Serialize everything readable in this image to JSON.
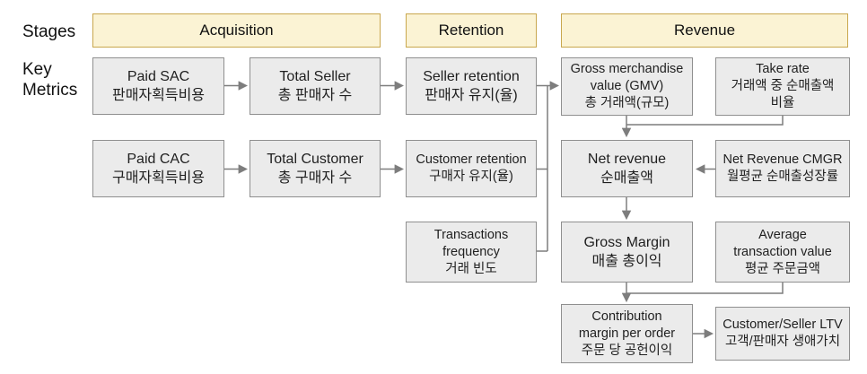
{
  "row_labels": {
    "stages": "Stages",
    "key_metrics": [
      "Key",
      "Metrics"
    ]
  },
  "stages": {
    "acquisition": "Acquisition",
    "retention": "Retention",
    "revenue": "Revenue"
  },
  "metrics": {
    "paid_sac": {
      "lines": [
        "Paid SAC",
        "판매자획득비용"
      ]
    },
    "total_seller": {
      "lines": [
        "Total Seller",
        "총 판매자 수"
      ]
    },
    "seller_retention": {
      "lines": [
        "Seller retention",
        "판매자 유지(율)"
      ]
    },
    "gmv": {
      "lines": [
        "Gross merchandise",
        "value (GMV)",
        "총 거래액(규모)"
      ]
    },
    "take_rate": {
      "lines": [
        "Take rate",
        "거래액 중 순매출액",
        "비율"
      ]
    },
    "paid_cac": {
      "lines": [
        "Paid CAC",
        "구매자획득비용"
      ]
    },
    "total_customer": {
      "lines": [
        "Total Customer",
        "총 구매자 수"
      ]
    },
    "customer_retention": {
      "lines": [
        "Customer retention",
        "구매자 유지(율)"
      ]
    },
    "net_revenue": {
      "lines": [
        "Net revenue",
        "순매출액"
      ]
    },
    "net_revenue_cmgr": {
      "lines": [
        "Net Revenue CMGR",
        "월평균 순매출성장률"
      ]
    },
    "transactions_frequency": {
      "lines": [
        "Transactions",
        "frequency",
        "거래 빈도"
      ]
    },
    "gross_margin": {
      "lines": [
        "Gross Margin",
        "매출 총이익"
      ]
    },
    "avg_transaction_value": {
      "lines": [
        "Average",
        "transaction value",
        "평균 주문금액"
      ]
    },
    "contribution_margin": {
      "lines": [
        "Contribution",
        "margin per order",
        "주문 당 공헌이익"
      ]
    },
    "customer_seller_ltv": {
      "lines": [
        "Customer/Seller LTV",
        "고객/판매자 생애가치"
      ]
    }
  },
  "colors": {
    "stage_fill": "#fbf3d4",
    "stage_border": "#c9a74e",
    "metric_fill": "#ebebeb",
    "metric_border": "#8f8f8f",
    "connector": "#7d7d7d",
    "text": "#1f1f1f"
  }
}
